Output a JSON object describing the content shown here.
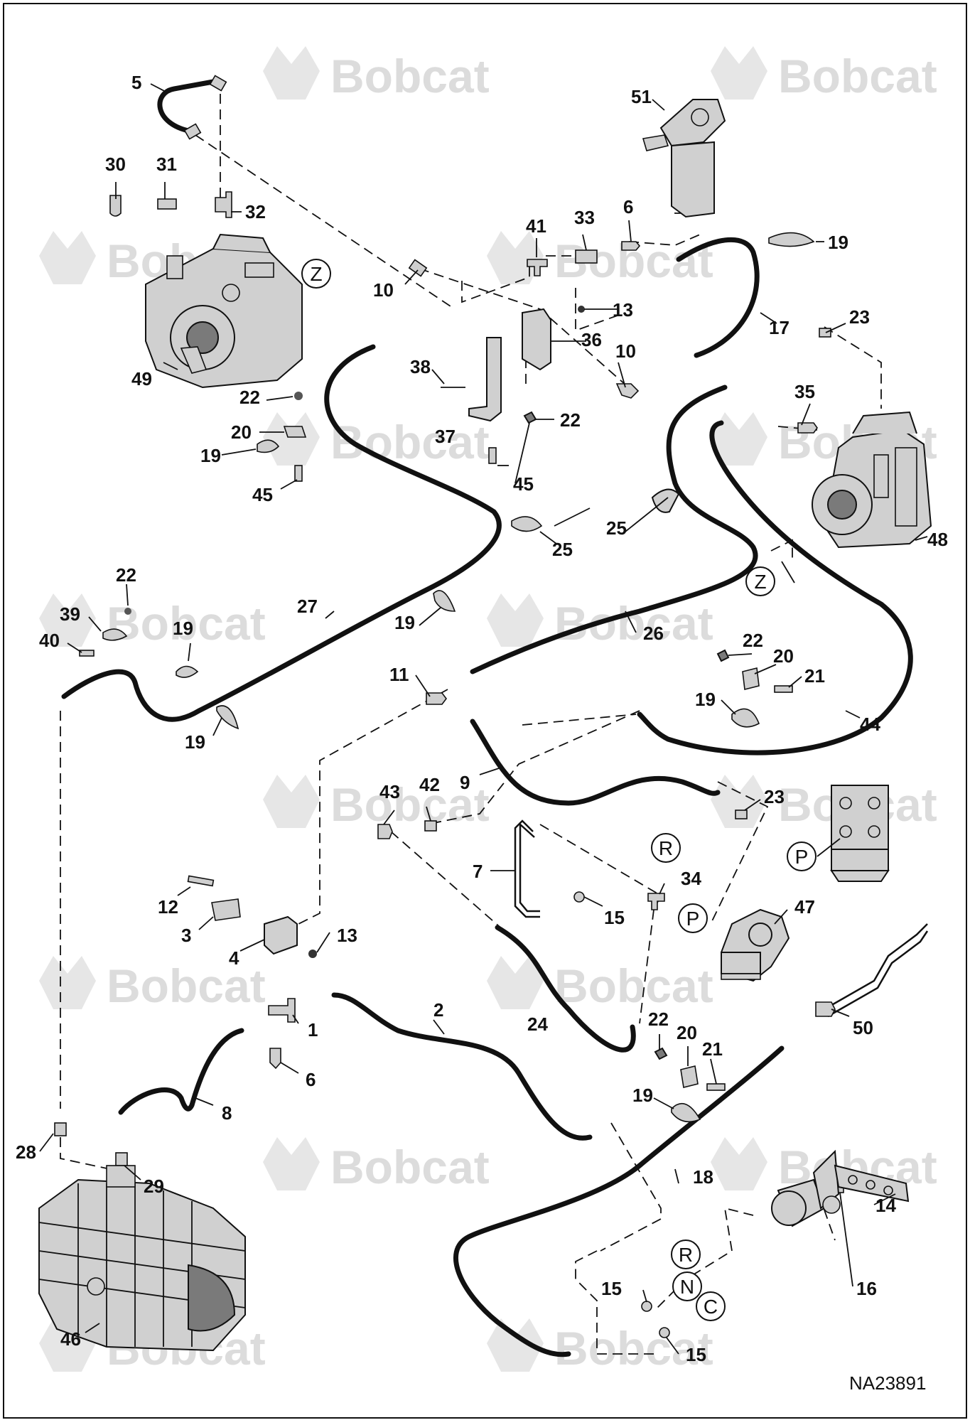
{
  "drawing_number": "NA23891",
  "watermark": "Bobcat",
  "callouts": {
    "c1": "1",
    "c2": "2",
    "c3": "3",
    "c4": "4",
    "c5": "5",
    "c6": "6",
    "c6b": "6",
    "c7": "7",
    "c8": "8",
    "c9": "9",
    "c10": "10",
    "c10b": "10",
    "c11": "11",
    "c12": "12",
    "c13": "13",
    "c13b": "13",
    "c14": "14",
    "c15": "15",
    "c15b": "15",
    "c15c": "15",
    "c16": "16",
    "c17": "17",
    "c18": "18",
    "c19a": "19",
    "c19b": "19",
    "c19c": "19",
    "c19d": "19",
    "c19e": "19",
    "c19f": "19",
    "c19g": "19",
    "c20a": "20",
    "c20b": "20",
    "c20c": "20",
    "c21a": "21",
    "c21b": "21",
    "c22a": "22",
    "c22b": "22",
    "c22c": "22",
    "c22d": "22",
    "c22e": "22",
    "c23a": "23",
    "c23b": "23",
    "c24": "24",
    "c25a": "25",
    "c25b": "25",
    "c26": "26",
    "c27": "27",
    "c28": "28",
    "c29": "29",
    "c30": "30",
    "c31": "31",
    "c32": "32",
    "c33": "33",
    "c34": "34",
    "c35": "35",
    "c36": "36",
    "c37": "37",
    "c38": "38",
    "c39": "39",
    "c40": "40",
    "c41": "41",
    "c42": "42",
    "c43": "43",
    "c44": "44",
    "c45a": "45",
    "c45b": "45",
    "c46": "46",
    "c47": "47",
    "c48": "48",
    "c49": "49",
    "c50": "50",
    "c51": "51"
  },
  "connection_letters": {
    "z1": "Z",
    "z2": "Z",
    "r1": "R",
    "r2": "R",
    "p1": "P",
    "p2": "P",
    "n1": "N",
    "c1": "C"
  }
}
